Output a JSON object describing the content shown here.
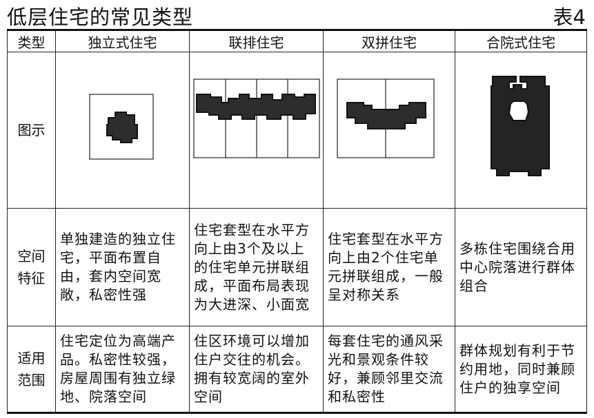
{
  "header": {
    "title": "低层住宅的常见类型",
    "table_no": "表4"
  },
  "columns": [
    "类型",
    "独立式住宅",
    "联排住宅",
    "双拼住宅",
    "合院式住宅"
  ],
  "rows": {
    "figure": {
      "label": "图示"
    },
    "space": {
      "label": "空间\n特征",
      "cells": [
        "单独建造的独立住宅，平面布置自由，套内空间宽敞，私密性强",
        "住宅套型在水平方向上由3个及以上的住宅单元拼联组成，平面布局表现为大进深、小面宽",
        "住宅套型在水平方向上由2个住宅单元拼联组成，一般呈对称关系",
        "多栋住宅围绕合用中心院落进行群体组合"
      ]
    },
    "use": {
      "label": "适用\n范围",
      "cells": [
        "住宅定位为高端产品。私密性较强，房屋周围有独立绿地、院落空间",
        "住区环境可以增加住户交往的机会。拥有较宽阔的室外空间",
        "每套住宅的通风采光和景观条件较好，兼顾邻里交流和私密性",
        "群体规划有利于节约用地，同时兼顾住户的独享空间"
      ]
    }
  }
}
